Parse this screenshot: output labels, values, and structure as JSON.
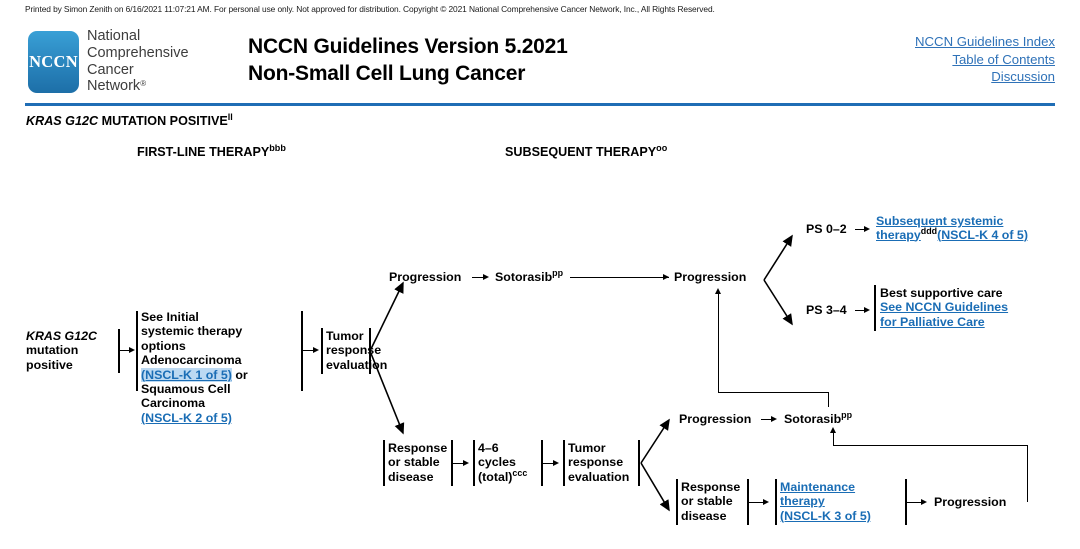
{
  "print_notice": "Printed by Simon Zenith on 6/16/2021 11:07:21 AM. For personal use only. Not approved for distribution. Copyright © 2021 National Comprehensive Cancer Network, Inc., All Rights Reserved.",
  "logo": {
    "mark_text": "NCCN",
    "line1": "National",
    "line2": "Comprehensive",
    "line3": "Cancer",
    "line4": "Network",
    "registered": "®",
    "gradient_top": "#39a0d6",
    "gradient_bottom": "#1d6fa8"
  },
  "document": {
    "title_line1": "NCCN Guidelines Version 5.2021",
    "title_line2": "Non-Small Cell Lung Cancer",
    "rule_color": "#1f6db5",
    "link_color": "#2f72b8"
  },
  "header_links": [
    {
      "label": "NCCN Guidelines Index"
    },
    {
      "label": "Table of Contents"
    },
    {
      "label": "Discussion"
    }
  ],
  "section": {
    "mutation_gene": "KRAS G12C",
    "mutation_rest": " MUTATION POSITIVE",
    "mutation_footnote": "ll",
    "column_first_line": "FIRST-LINE THERAPY",
    "column_first_footnote": "bbb",
    "column_subsequent": "SUBSEQUENT THERAPY",
    "column_subsequent_footnote": "oo"
  },
  "flow": {
    "entry": {
      "gene": "KRAS G12C",
      "line2": "mutation",
      "line3": "positive"
    },
    "initial_options": {
      "l1": "See Initial",
      "l2": "systemic therapy",
      "l3": "options",
      "l4": "Adenocarcinoma",
      "link1": "(NSCL-K 1 of 5)",
      "or": " or",
      "l5": "Squamous Cell",
      "l6": "Carcinoma",
      "link2": "(NSCL-K 2 of 5)"
    },
    "tumor_eval_1": {
      "l1": "Tumor",
      "l2": "response",
      "l3": "evaluation"
    },
    "upper": {
      "progression_1": "Progression",
      "sotorasib": "Sotorasib",
      "sotorasib_footnote": "pp",
      "progression_2": "Progression",
      "ps_0_2": "PS 0–2",
      "ps_3_4": "PS 3–4",
      "subsequent_link_l1": "Subsequent systemic",
      "subsequent_link_l2": "therapy",
      "subsequent_footnote": "ddd",
      "subsequent_link_ref": "(NSCL-K 4 of 5)",
      "bsc_line": "Best supportive care",
      "palliative_l1": "See NCCN Guidelines ",
      "palliative_l2": "for Palliative Care"
    },
    "lower": {
      "response_l1": "Response",
      "response_l2": "or stable",
      "response_l3": "disease",
      "cycles_l1": "4–6",
      "cycles_l2": "cycles",
      "cycles_l3": "(total)",
      "cycles_footnote": "ccc",
      "tumor_eval_l1": "Tumor",
      "tumor_eval_l2": "response",
      "tumor_eval_l3": "evaluation",
      "progression_3": "Progression",
      "sotorasib_2": "Sotorasib",
      "sotorasib_2_footnote": "pp",
      "response2_l1": "Response",
      "response2_l2": "or stable",
      "response2_l3": "disease",
      "maintenance_l1": "Maintenance ",
      "maintenance_l2": "therapy ",
      "maintenance_l3": "(NSCL-K 3 of 5)",
      "progression_4": "Progression"
    }
  }
}
